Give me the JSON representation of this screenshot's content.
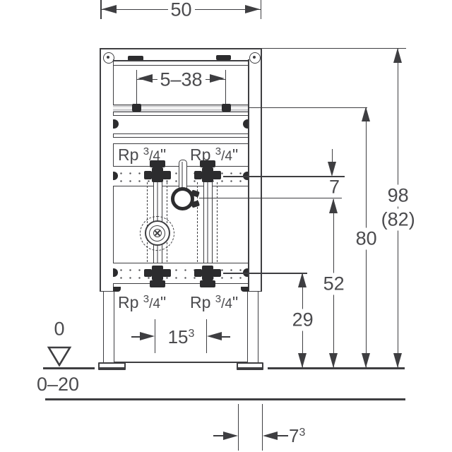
{
  "colors": {
    "line": "#3e3e41",
    "ink": "#4b4b4e",
    "solid": "#2c2c2e",
    "railfill": "#d5d5d7",
    "pipeline": "#9a9a9d"
  },
  "dimensions": {
    "top_width": "50",
    "rail_adjust_range": "5–38",
    "supply_to_clamp_offset": "7",
    "overall_height": "98",
    "overall_height_alt": "(82)",
    "mounting_rail_height": "80",
    "clamp_height": "52",
    "lower_connection_height": "29",
    "connection_spacing": "15",
    "connection_spacing_sup": "3",
    "datum_level": "0",
    "floor_buildup_range": "0–20",
    "wall_distance": "7",
    "wall_distance_sup": "3"
  },
  "connection_label": {
    "prefix": "Rp",
    "numerator": "3",
    "slash": "/",
    "denominator": "4",
    "inch_mark": "\""
  }
}
